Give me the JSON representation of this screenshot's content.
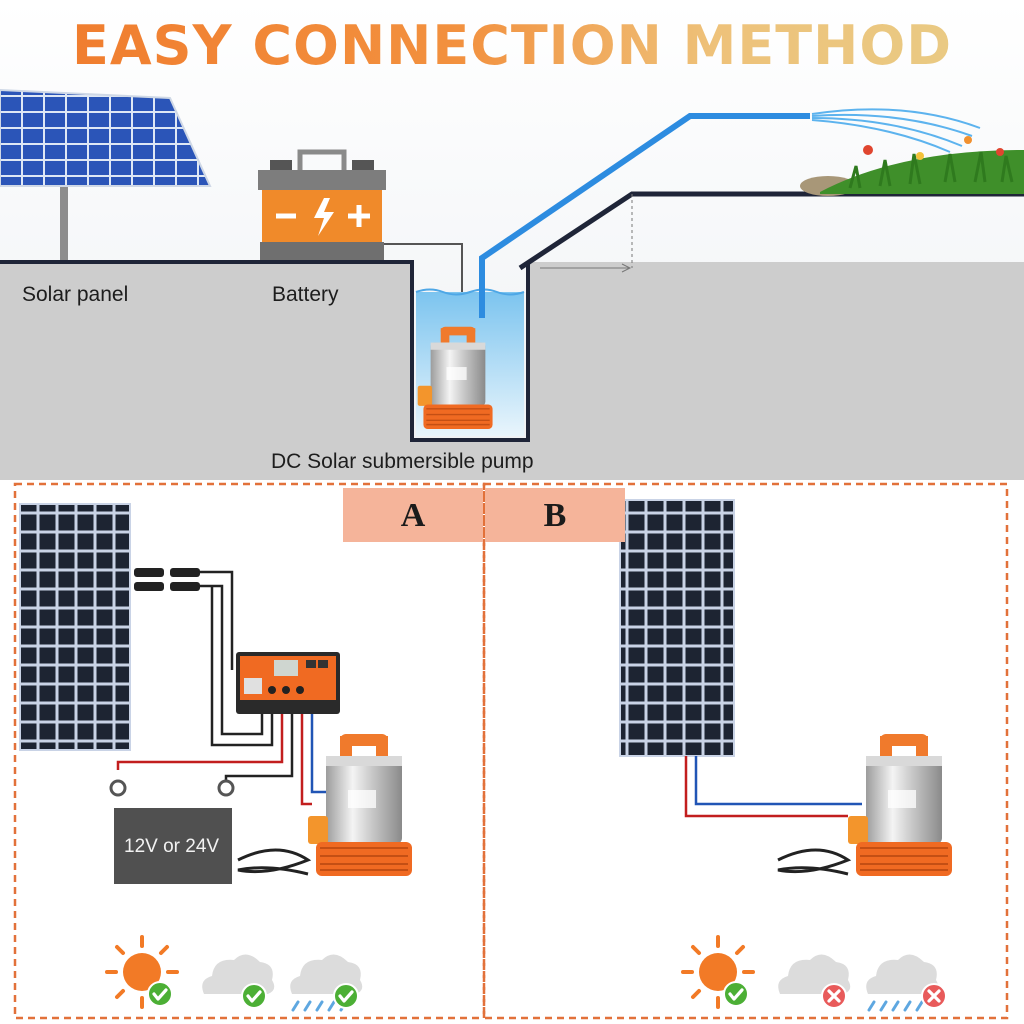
{
  "title": "EASY CONNECTION METHOD",
  "labels": {
    "solar_panel": "Solar panel",
    "battery": "Battery",
    "pump": "DC Solar submersible pump",
    "battery_voltage": "12V or 24V"
  },
  "tabs": {
    "a": "A",
    "b": "B"
  },
  "weather": {
    "a": [
      "ok",
      "ok",
      "ok"
    ],
    "b": [
      "ok",
      "no",
      "no"
    ]
  },
  "colors": {
    "orange": "#f07a2c",
    "ground": "#cfcfcf",
    "water_pipe": "#2d8ce0",
    "dashed_border": "#e2713a",
    "check": "#4caf35",
    "cross": "#e85a5a"
  }
}
